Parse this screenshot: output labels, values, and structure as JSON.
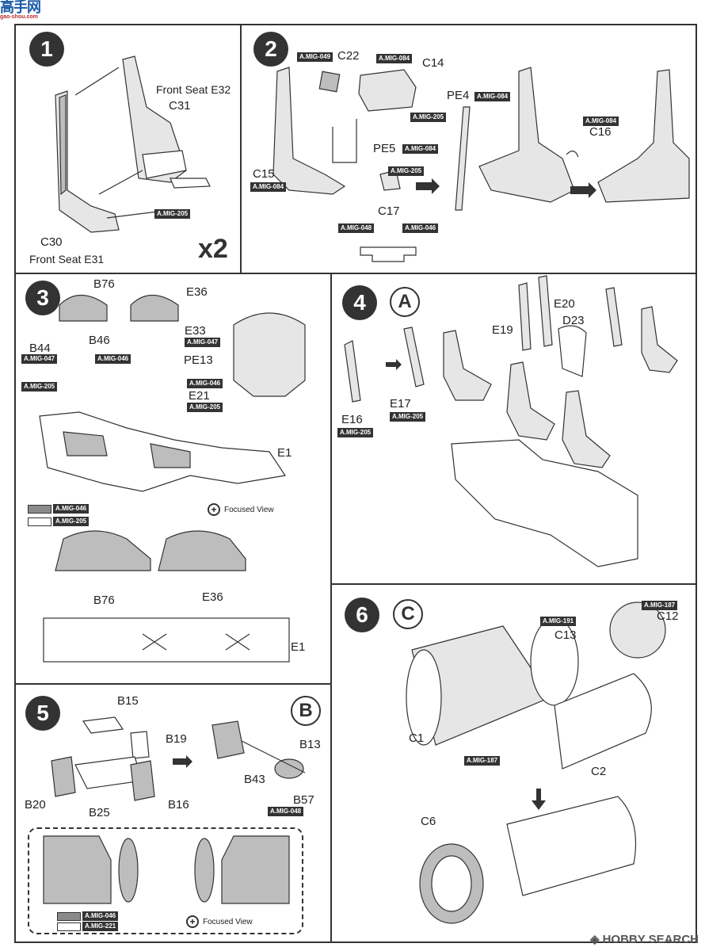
{
  "watermark": {
    "logo_text": "高手网",
    "url": "gao-shou.com"
  },
  "steps": {
    "s1": {
      "num": "1",
      "labels": {
        "front_e32": "Front Seat E32",
        "c31": "C31",
        "c30": "C30",
        "front_e31": "Front Seat E31"
      },
      "tags": {
        "mig205": "A.MIG-205"
      },
      "multiplier": "x2"
    },
    "s2": {
      "num": "2",
      "labels": {
        "c22": "C22",
        "c14": "C14",
        "pe4": "PE4",
        "c16": "C16",
        "pe5": "PE5",
        "c15": "C15",
        "c17": "C17"
      },
      "tags": {
        "c22": "A.MIG-049",
        "c14": "A.MIG-084",
        "c14b": "A.MIG-205",
        "pe4": "A.MIG-084",
        "c16": "A.MIG-084",
        "pe5": "A.MIG-084",
        "c15": "A.MIG-084",
        "c17": "A.MIG-205",
        "c17a": "A.MIG-048",
        "c17b": "A.MIG-046"
      }
    },
    "s3": {
      "num": "3",
      "labels": {
        "b76": "B76",
        "e36": "E36",
        "e33": "E33",
        "b44": "B44",
        "b46": "B46",
        "pe13": "PE13",
        "e21": "E21",
        "e1": "E1",
        "b76b": "B76",
        "e36b": "E36",
        "e1b": "E1"
      },
      "tags": {
        "e33": "A.MIG-047",
        "b44": "A.MIG-047",
        "b46": "A.MIG-046",
        "pe13": "A.MIG-046",
        "left205": "A.MIG-205",
        "e21a": "A.MIG-046",
        "e21b": "A.MIG-205",
        "sw1": "A.MIG-046",
        "sw2": "A.MIG-205"
      },
      "focused_view": "Focused View"
    },
    "s4": {
      "num": "4",
      "letter": "A",
      "labels": {
        "e20": "E20",
        "e19": "E19",
        "d23": "D23",
        "e16": "E16",
        "e17": "E17"
      },
      "tags": {
        "e16": "A.MIG-205",
        "e17": "A.MIG-205"
      }
    },
    "s5": {
      "num": "5",
      "letter": "B",
      "labels": {
        "b15": "B15",
        "b19": "B19",
        "b13": "B13",
        "b43": "B43",
        "b20": "B20",
        "b25": "B25",
        "b16": "B16",
        "b57": "B57"
      },
      "tags": {
        "b57": "A.MIG-048",
        "sw1": "A.MIG-046",
        "sw2": "A.MIG-221"
      },
      "focused_view": "Focused View"
    },
    "s6": {
      "num": "6",
      "letter": "C",
      "labels": {
        "c12": "C12",
        "c13": "C13",
        "c1": "C1",
        "c2": "C2",
        "c6": "C6"
      },
      "tags": {
        "c12": "A.MIG-187",
        "c13": "A.MIG-191",
        "c1": "A.MIG-187"
      }
    }
  },
  "footer": {
    "brand": "HOBBY SEARCH"
  },
  "colors": {
    "ink": "#333333",
    "swatch_dark": "#8a8a8a",
    "swatch_light": "#ffffff"
  }
}
